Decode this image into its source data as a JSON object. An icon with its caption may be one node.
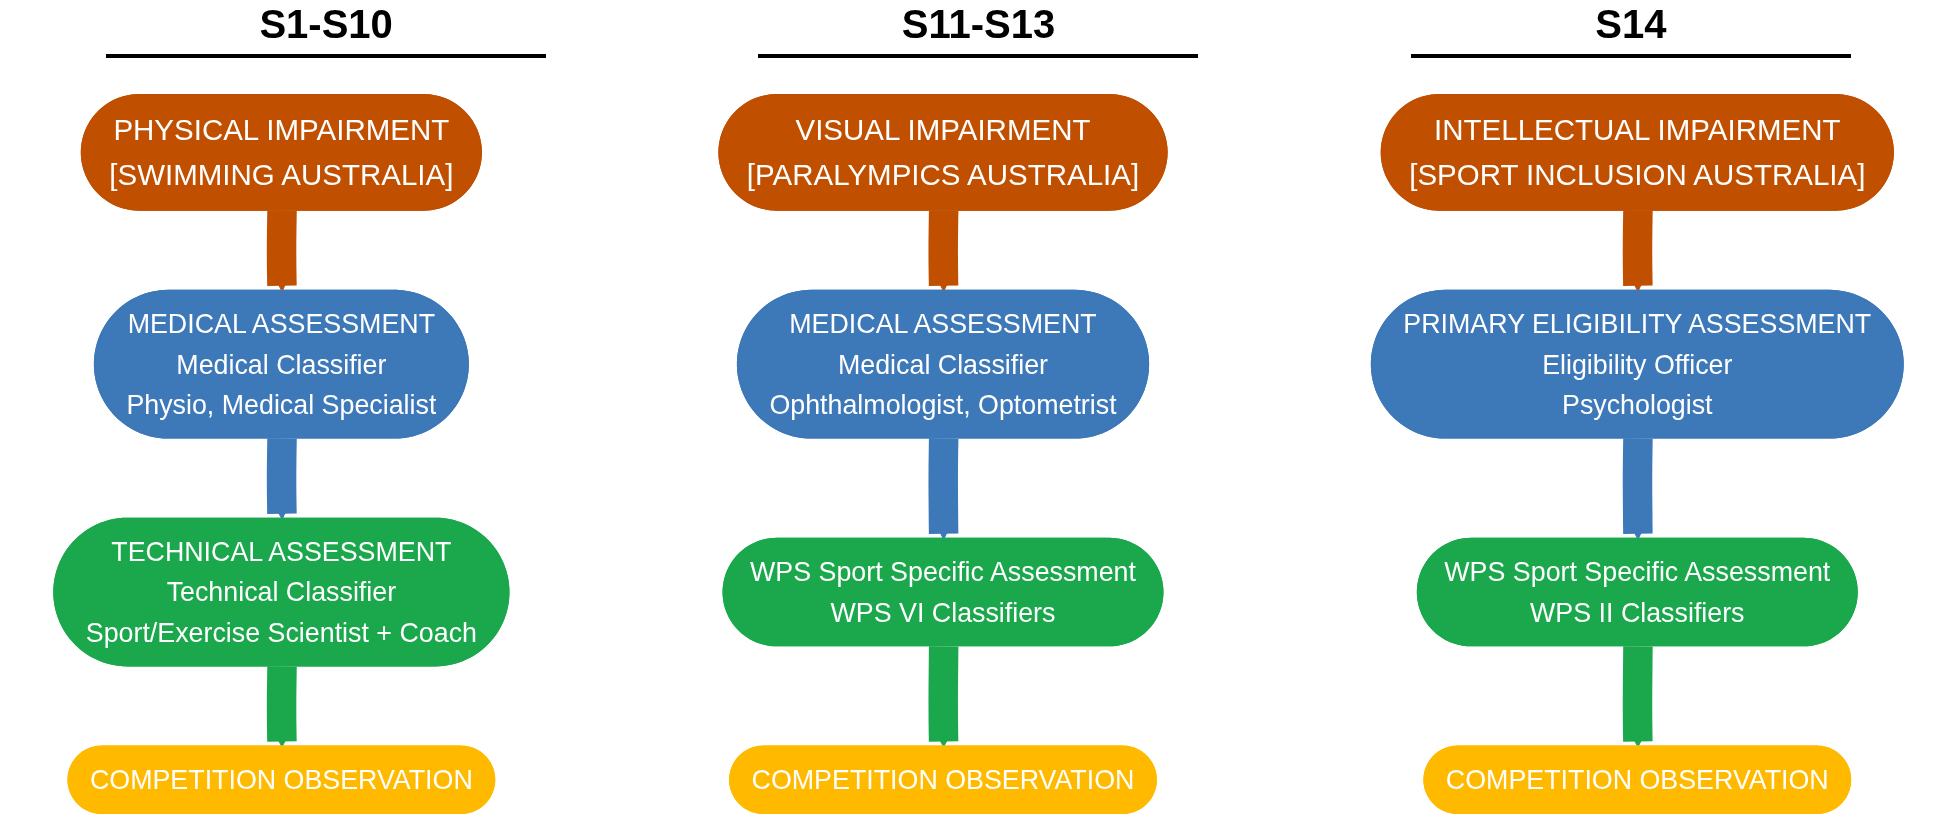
{
  "diagram": {
    "nodes": [
      {
        "text": [
          "PHYSICAL IMPAIRMENT",
          "[SWIMMING AUSTRALIA]"
        ]
      },
      {
        "text": [
          "MEDICAL ASSESSMENT",
          "Medical Classifier",
          "Physio, Medical Specialist"
        ]
      },
      {
        "text": [
          "TECHNICAL ASSESSMENT",
          "Technical Classifier",
          "Sport/Exercise Scientist + Coach"
        ]
      },
      {
        "text": [
          "COMPETITION OBSERVATION"
        ]
      },
      {
        "text": [
          "VISUAL IMPAIRMENT",
          "[PARALYMPICS AUSTRALIA]"
        ]
      },
      {
        "text": [
          "MEDICAL ASSESSMENT",
          "Medical Classifier",
          "Ophthalmologist, Optometrist"
        ]
      },
      {
        "text": [
          "WPS Sport Specific Assessment",
          "WPS VI Classifiers"
        ]
      },
      {
        "text": [
          "COMPETITION OBSERVATION"
        ]
      },
      {
        "text": [
          "INTELLECTUAL IMPAIRMENT",
          "[SPORT INCLUSION AUSTRALIA]"
        ]
      },
      {
        "text": [
          "PRIMARY ELIGIBILITY ASSESSMENT",
          "Eligibility Officer",
          "Psychologist"
        ]
      },
      {
        "text": [
          "WPS Sport Specific Assessment",
          "WPS II Classifiers"
        ]
      },
      {
        "text": [
          "COMPETITION OBSERVATION"
        ]
      }
    ],
    "edges": [
      {
        "from": 0,
        "to": 1,
        "arrow": "to",
        "color": "#c04f00"
      },
      {
        "from": 1,
        "to": 2,
        "arrow": "to",
        "color": "#3d78b8"
      },
      {
        "from": 2,
        "to": 3,
        "arrow": "to",
        "color": "#1ba84d"
      },
      {
        "from": 4,
        "to": 5,
        "arrow": "to",
        "color": "#c04f00"
      },
      {
        "from": 5,
        "to": 6,
        "arrow": "to",
        "color": "#3d78b8"
      },
      {
        "from": 6,
        "to": 7,
        "arrow": "to",
        "color": "#1ba84d"
      },
      {
        "from": 8,
        "to": 9,
        "arrow": "to",
        "color": "#c04f00"
      },
      {
        "from": 9,
        "to": 10,
        "arrow": "to",
        "color": "#3d78b8"
      },
      {
        "from": 10,
        "to": 11,
        "arrow": "to",
        "color": "#1ba84d"
      }
    ],
    "labels": [
      "S1-S10",
      "S11-S13",
      "S14"
    ]
  }
}
